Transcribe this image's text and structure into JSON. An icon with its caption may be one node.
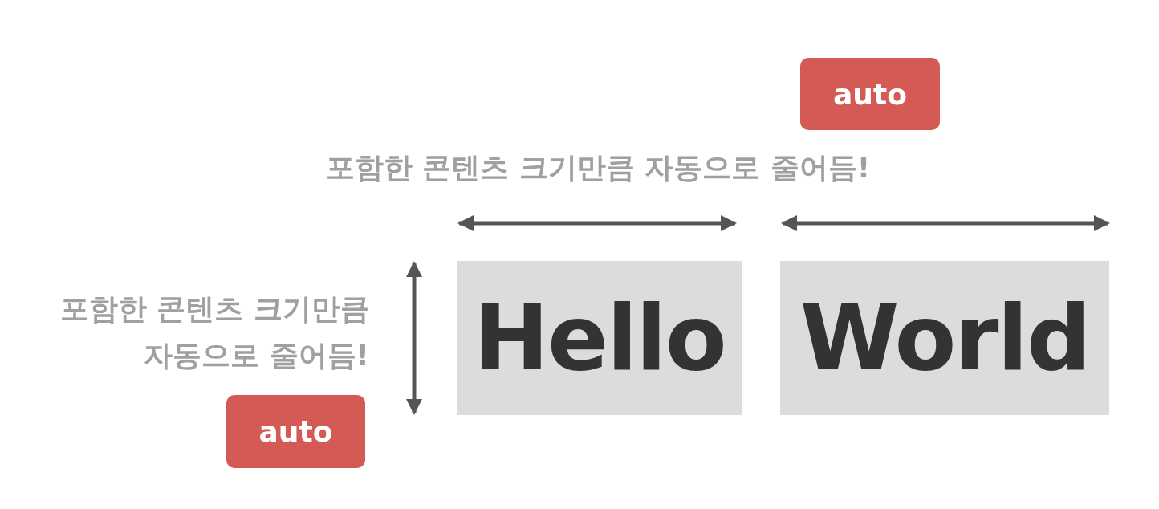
{
  "diagram": {
    "nodes": [
      {
        "text": [
          "auto"
        ]
      },
      {
        "text": [
          "Hello"
        ]
      },
      {
        "text": [
          "World"
        ]
      },
      {
        "text": [
          "auto"
        ]
      }
    ],
    "labels": [
      "포함한 콘텐츠 크기만큼 자동으로 줄어듬!",
      "포함한 콘텐츠 크기만큼 자동으로 줄어듬!"
    ]
  }
}
